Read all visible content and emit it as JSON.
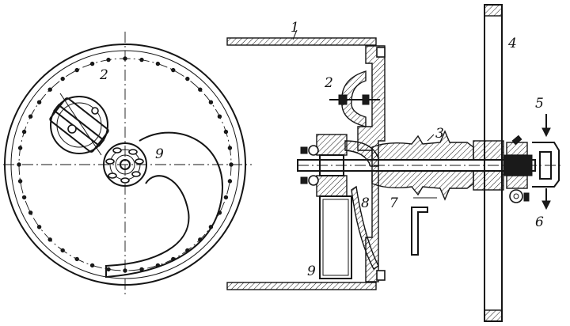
{
  "labels": {
    "l1": "1",
    "l2_front": "2",
    "l9_front": "9",
    "l2_side": "2",
    "l3": "3",
    "l4": "4",
    "l5": "5",
    "l6": "6",
    "l7": "7",
    "l8": "8",
    "l9_side": "9"
  },
  "colors": {
    "ink": "#151515",
    "paper": "#ffffff"
  }
}
